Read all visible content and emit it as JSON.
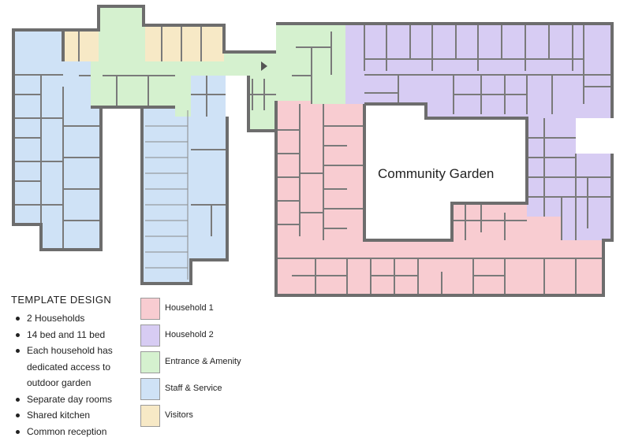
{
  "colors": {
    "household1": "#f8ccd1",
    "household2": "#d7ccf3",
    "entrance": "#d5f1cf",
    "staff": "#cfe2f6",
    "visitors": "#f7e9c6",
    "wall": "#6d6d6d"
  },
  "plan": {
    "garden_label": "Community Garden"
  },
  "design": {
    "title": "TEMPLATE DESIGN",
    "bullets": [
      "2 Households",
      "14 bed and 11 bed",
      "Each household has dedicated access to outdoor garden",
      "Separate day rooms",
      "Shared kitchen",
      "Common reception"
    ]
  },
  "legend": [
    {
      "label": "Household 1",
      "color": "#f8ccd1"
    },
    {
      "label": "Household 2",
      "color": "#d7ccf3"
    },
    {
      "label": "Entrance & Amenity",
      "color": "#d5f1cf"
    },
    {
      "label": "Staff & Service",
      "color": "#cfe2f6"
    },
    {
      "label": "Visitors",
      "color": "#f7e9c6"
    }
  ]
}
